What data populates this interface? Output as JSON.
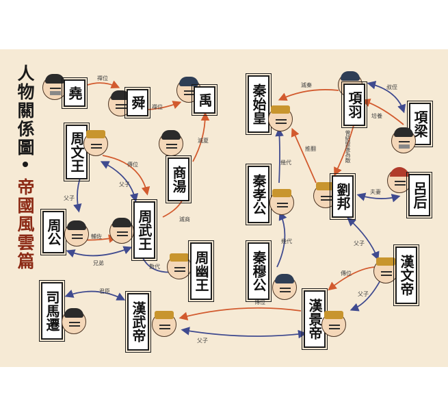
{
  "title": {
    "line1": "人物關係圖",
    "line2": "帝國風雲篇"
  },
  "colors": {
    "background": "#f6ead5",
    "inherit_arrow": "#d25a2e",
    "kin_arrow": "#3f4a8f",
    "title_accent": "#8c2a15"
  },
  "people": {
    "yao": "堯",
    "shun": "舜",
    "yu": "禹",
    "shang_tang": "商湯",
    "zhou_wenwang": "周文王",
    "zhou_wuwang": "周武王",
    "zhou_gong": "周公",
    "zhou_youwang": "周幽王",
    "sima_qian": "司馬遷",
    "han_wudi": "漢武帝",
    "qin_shihuang": "秦始皇",
    "qin_xiaogong": "秦孝公",
    "qin_mugong": "秦穆公",
    "xiang_yu": "項羽",
    "xiang_liang": "項梁",
    "liu_bang": "劉邦",
    "lv_hou": "呂后",
    "han_wendi": "漢文帝",
    "han_jingdi": "漢景帝"
  },
  "relations": {
    "yao_shun": "禪位",
    "shun_yu": "禪位",
    "yu_tang": "滅夏",
    "wen_wu": "傳位",
    "wen_wu_kin": "父子",
    "wen_gong": "父子",
    "gong_wu_help": "輔佐",
    "gong_wu_kin": "兄弟",
    "wu_tang": "滅商",
    "wu_you": "數代",
    "xiang_qin": "滅秦",
    "liang_yu": "叔侄",
    "yu_liang": "培養",
    "xiaogong_shihuang": "幾代",
    "mugong_xiaogong": "幾代",
    "yu_bang_ally": "曾結盟後為敵",
    "liubang_shihuang": "推翻",
    "bang_hou": "夫妻",
    "bang_wen": "父子",
    "wen_jing_kin": "父子",
    "wen_jing": "傳位",
    "jing_wu": "傳位",
    "jing_wu_kin": "父子",
    "wudi_sima": "君臣"
  }
}
